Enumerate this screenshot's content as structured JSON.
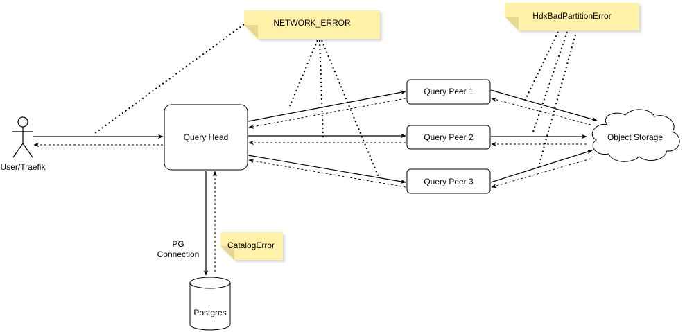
{
  "actors": {
    "user": {
      "label": "User/Traefik"
    }
  },
  "nodes": {
    "query_head": {
      "label": "Query Head"
    },
    "peer1": {
      "label": "Query Peer 1"
    },
    "peer2": {
      "label": "Query Peer 2"
    },
    "peer3": {
      "label": "Query Peer 3"
    },
    "object_storage": {
      "label": "Object Storage"
    },
    "postgres": {
      "label": "Postgres"
    }
  },
  "edges": {
    "pg_connection": {
      "line1": "PG",
      "line2": "Connection"
    }
  },
  "notes": {
    "network_error": {
      "label": "NETWORK_ERROR"
    },
    "hdx_bad_partition": {
      "label": "HdxBadPartitionError"
    },
    "catalog_error": {
      "label": "CatalogError"
    }
  },
  "colors": {
    "note_fill": "#fff2a8",
    "note_fold": "#e6d98f",
    "stroke": "#000000",
    "background": "#ffffff"
  }
}
